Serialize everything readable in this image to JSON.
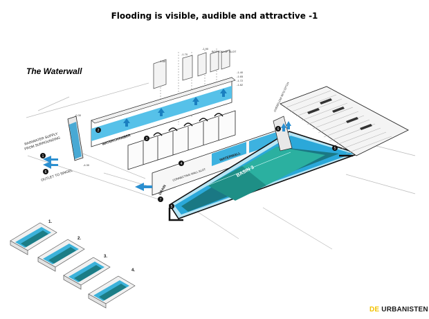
{
  "header": {
    "title": "Flooding is visible, audible and attractive -1"
  },
  "diagram": {
    "subtitle": "The Waterwall"
  },
  "labels": {
    "rainwater_supply": "RAINWATER SUPPLY",
    "from_surrounding": "FROM SURROUNDING",
    "outlet": "OUTLET TO SINGEL",
    "waterchamber": "WATERCHAMBER",
    "waterwall": "WATERWALL",
    "basin": "BASIN 3",
    "drain": "DRAIN",
    "bottom_of_slot": "BOTTOM OF SLOT",
    "overflow": "OVERFLOW INTO DITCH",
    "connecting": "CONNECTING WALL SLOT"
  },
  "levels": [
    "-0.30",
    "-4.30",
    "-1.60",
    "-1.70",
    "-1.90",
    "-1.40",
    "-1.65",
    "-1.72",
    "-1.82"
  ],
  "markers": [
    "1",
    "2",
    "3",
    "4",
    "5",
    "6",
    "7"
  ],
  "steps": [
    "1.",
    "2.",
    "3.",
    "4."
  ],
  "footer": {
    "brand_prefix": "DE",
    "brand_name": "URBANISTEN"
  },
  "colors": {
    "water_light": "#5ec8eb",
    "water_dark": "#1a9bc6",
    "basin_teal": "#2aa593",
    "basin_dark": "#166f73",
    "outline": "#1a1a1a",
    "arrow": "#2b8fd0",
    "brand_yellow": "#f2c200"
  }
}
